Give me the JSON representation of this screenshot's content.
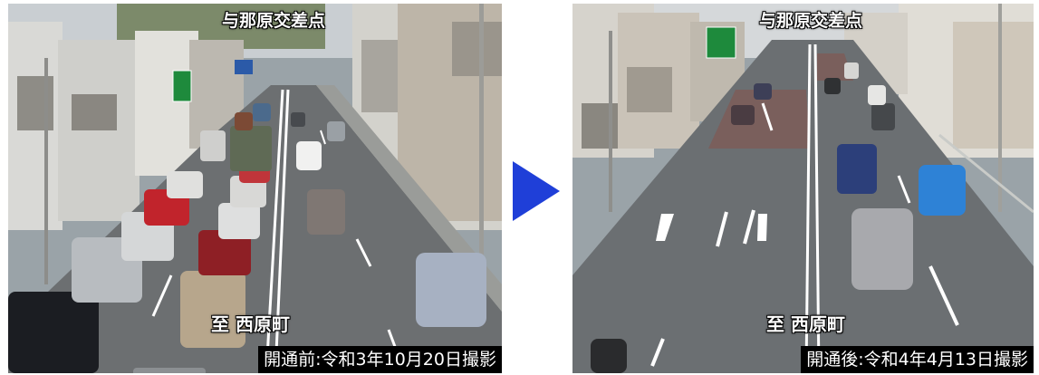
{
  "before": {
    "intersection_label": "与那原交差点",
    "direction_label": "至 西原町",
    "caption": "開通前:令和3年10月20日撮影"
  },
  "after": {
    "intersection_label": "与那原交差点",
    "direction_label": "至 西原町",
    "caption": "開通後:令和4年4月13日撮影"
  },
  "arrow": {
    "icon": "right-triangle-arrow-icon",
    "color": "#1f3fd8"
  }
}
